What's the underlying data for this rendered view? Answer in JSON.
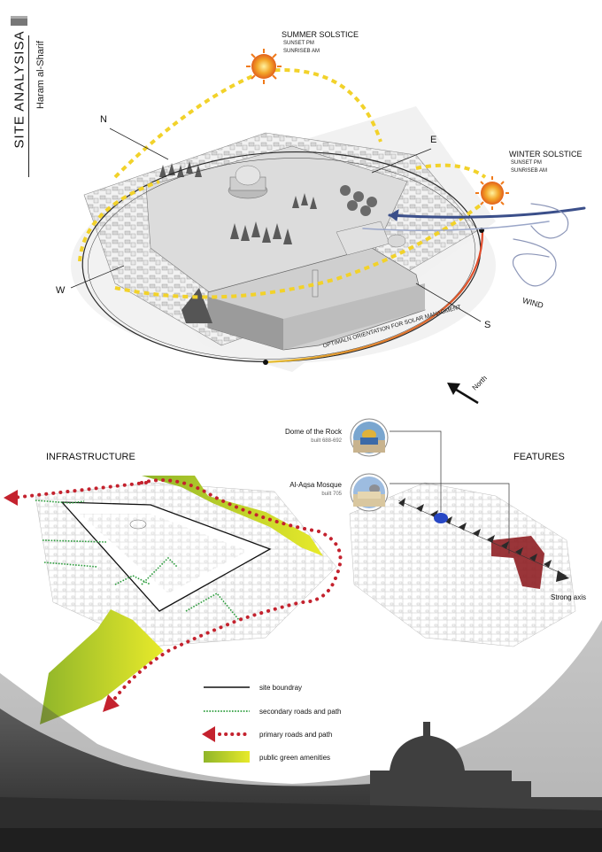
{
  "header": {
    "title": "SITE ANALYSISA",
    "subtitle": "Haram al-Sharif"
  },
  "solar": {
    "summer": {
      "title": "SUMMER SOLSTICE",
      "line1": "SUNSET PM",
      "line2": "SUNRISEB AM"
    },
    "winter": {
      "title": "WINTER SOLSTICE",
      "line1": "SUNSET PM",
      "line2": "SUNRISEB AM"
    },
    "wind_label": "WIND",
    "orientation_label": "OPTIMALN ORIENTATION FOR SOLAR MANAGMENT",
    "north_label": "North"
  },
  "compass": {
    "n": "N",
    "e": "E",
    "s": "S",
    "w": "W"
  },
  "sections": {
    "infrastructure": "INFRASTRUCTURE",
    "features": "FEATURES"
  },
  "features": {
    "dome": {
      "name": "Dome of the Rock",
      "built": "built 688-692"
    },
    "aqsa": {
      "name": "Al-Aqsa Mosque",
      "built": "built 705"
    },
    "axis": "Strong axis"
  },
  "legend": [
    {
      "label": "site boundray",
      "style": "solid"
    },
    {
      "label": "secondary roads and path",
      "style": "green-dotted"
    },
    {
      "label": "primary roads and path",
      "style": "red-dotted"
    },
    {
      "label": "public green amenities",
      "style": "green-fill"
    }
  ],
  "colors": {
    "sun_path": "#f2d22a",
    "sun": "#f07a1a",
    "wind": "#3b4f8a",
    "primary_road": "#c4222e",
    "secondary_road": "#2f9e3f",
    "green_amenity": "#c9dc2a",
    "axis_red": "#8f1f24"
  }
}
